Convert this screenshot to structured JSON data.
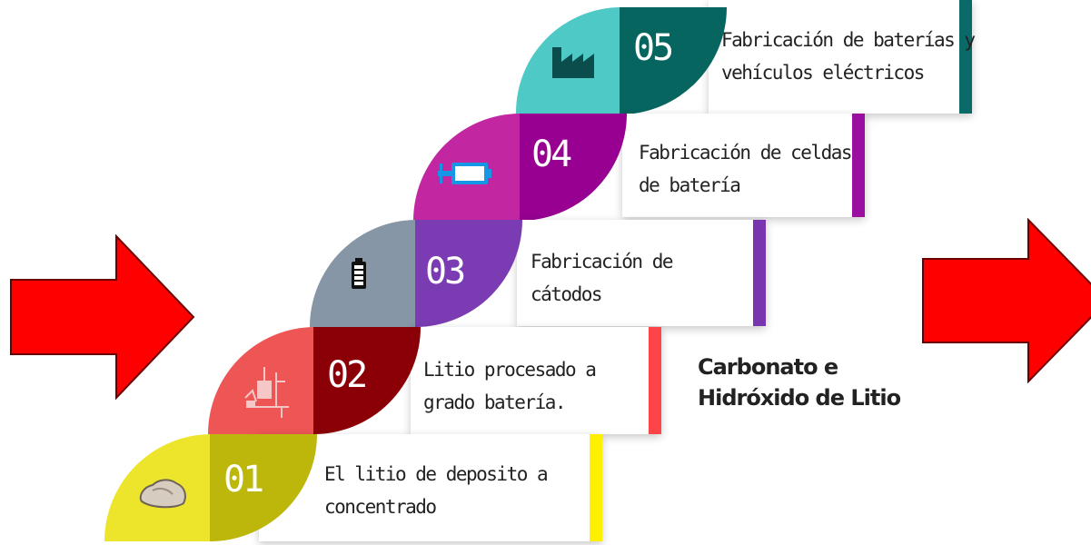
{
  "steps": [
    {
      "number": "01",
      "lines": [
        "El litio de deposito a",
        "concentrado"
      ],
      "color_left": "#ece52c",
      "color_right": "#bdb60b",
      "accent": "#ffef00",
      "icon": "rock-icon"
    },
    {
      "number": "02",
      "lines": [
        "Litio procesado a",
        "grado batería."
      ],
      "color_left": "#ee5555",
      "color_right": "#8b0006",
      "accent": "#ff4447",
      "icon": "processing-plant-icon"
    },
    {
      "number": "03",
      "lines": [
        "Fabricación de",
        "cátodos"
      ],
      "color_left": "#8696a6",
      "color_right": "#7a3bb3",
      "accent": "#7935ad",
      "icon": "battery-icon"
    },
    {
      "number": "04",
      "lines": [
        "Fabricación de celdas",
        "de batería"
      ],
      "color_left": "#c227a1",
      "color_right": "#970091",
      "accent": "#9a0ea0",
      "icon": "battery-plug-icon"
    },
    {
      "number": "05",
      "lines": [
        "Fabricación de baterías y",
        "vehículos eléctricos"
      ],
      "color_left": "#4ec9c5",
      "color_right": "#06655f",
      "accent": "#0a6a67",
      "icon": "factory-icon"
    }
  ],
  "side_label": {
    "line1": "Carbonato e",
    "line2": "Hidróxido de Litio"
  },
  "arrow_color": "#ff0000"
}
